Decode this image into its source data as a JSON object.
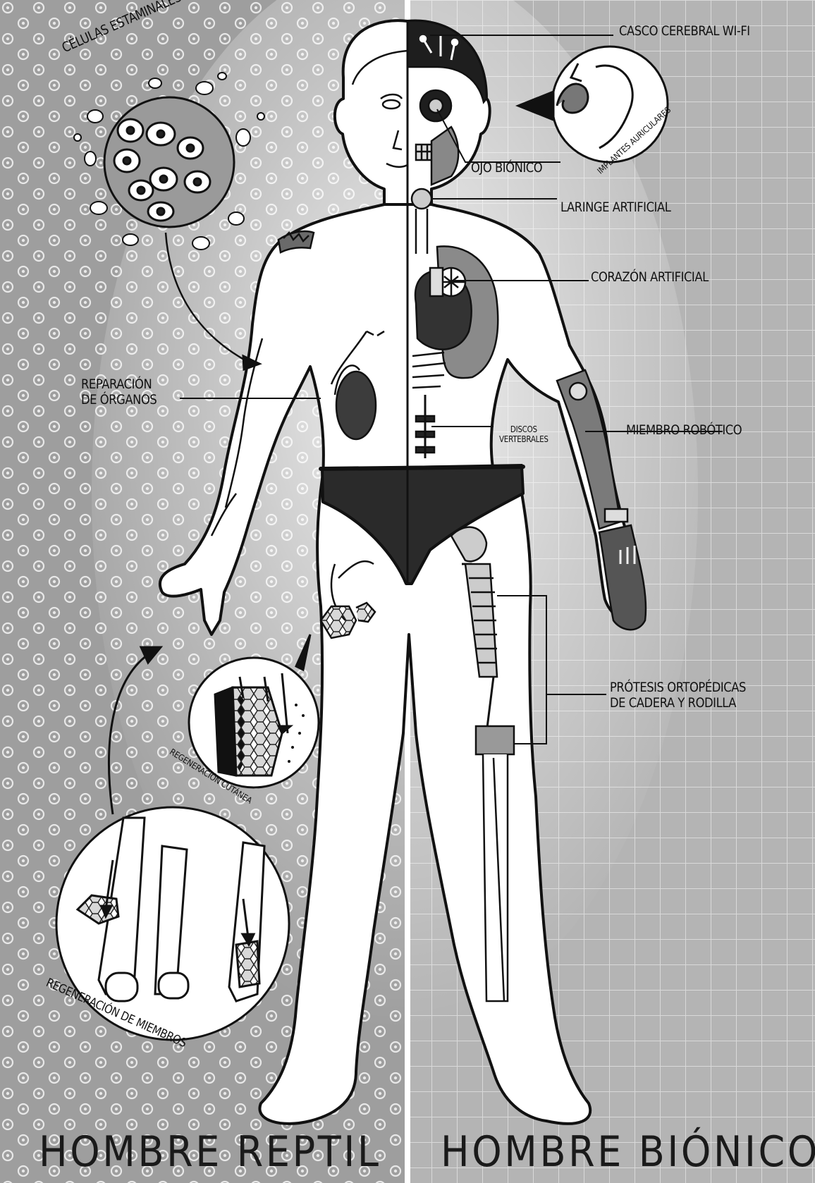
{
  "titles": {
    "left": "HOMBRE REPTIL",
    "right": "HOMBRE BIÓNICO"
  },
  "left_labels": {
    "stem_cells": "CÉLULAS ESTAMINALES",
    "organ_repair": "REPARACIÓN\nDE ÓRGANOS",
    "skin_regen": "REGENERACIÓN CUTÁNEA",
    "limb_regen": "REGENERACIÓN DE MIEMBROS"
  },
  "right_labels": {
    "wifi_helmet": "CASCO CEREBRAL WI-FI",
    "ear_implants": "IMPLANTES AURICULARES",
    "bionic_eye": "OJO BIÓNICO",
    "larynx": "LARINGE ARTIFICIAL",
    "heart": "CORAZÓN ARTIFICIAL",
    "discs": "DISCOS\nVERTEBRALES",
    "robot_arm": "MIEMBRO ROBÓTICO",
    "prosthesis": "PRÓTESIS ORTOPÉDICAS\nDE CADERA Y RODILLA"
  },
  "colors": {
    "left_bg": "#9e9e9e",
    "right_bg": "#b4b4b4",
    "grid": "#d6d6d6",
    "ink": "#111111",
    "skin": "#ffffff",
    "dark_organ": "#3c3c3c",
    "mid_organ": "#7a7a7a"
  }
}
